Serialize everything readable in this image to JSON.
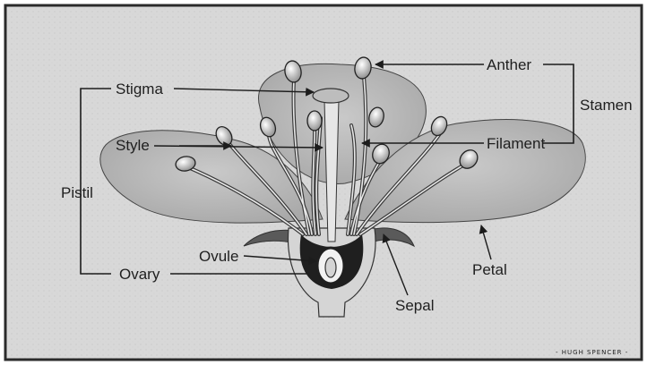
{
  "labels": {
    "anther": "Anther",
    "stamen": "Stamen",
    "stigma": "Stigma",
    "style": "Style",
    "filament": "Filament",
    "pistil": "Pistil",
    "ovule": "Ovule",
    "ovary": "Ovary",
    "petal": "Petal",
    "sepal": "Sepal"
  },
  "signature": "- HUGH SPENCER -",
  "colors": {
    "background": "#d9d9d9",
    "petal": "#b9b9b9",
    "ink": "#1c1c1c"
  }
}
